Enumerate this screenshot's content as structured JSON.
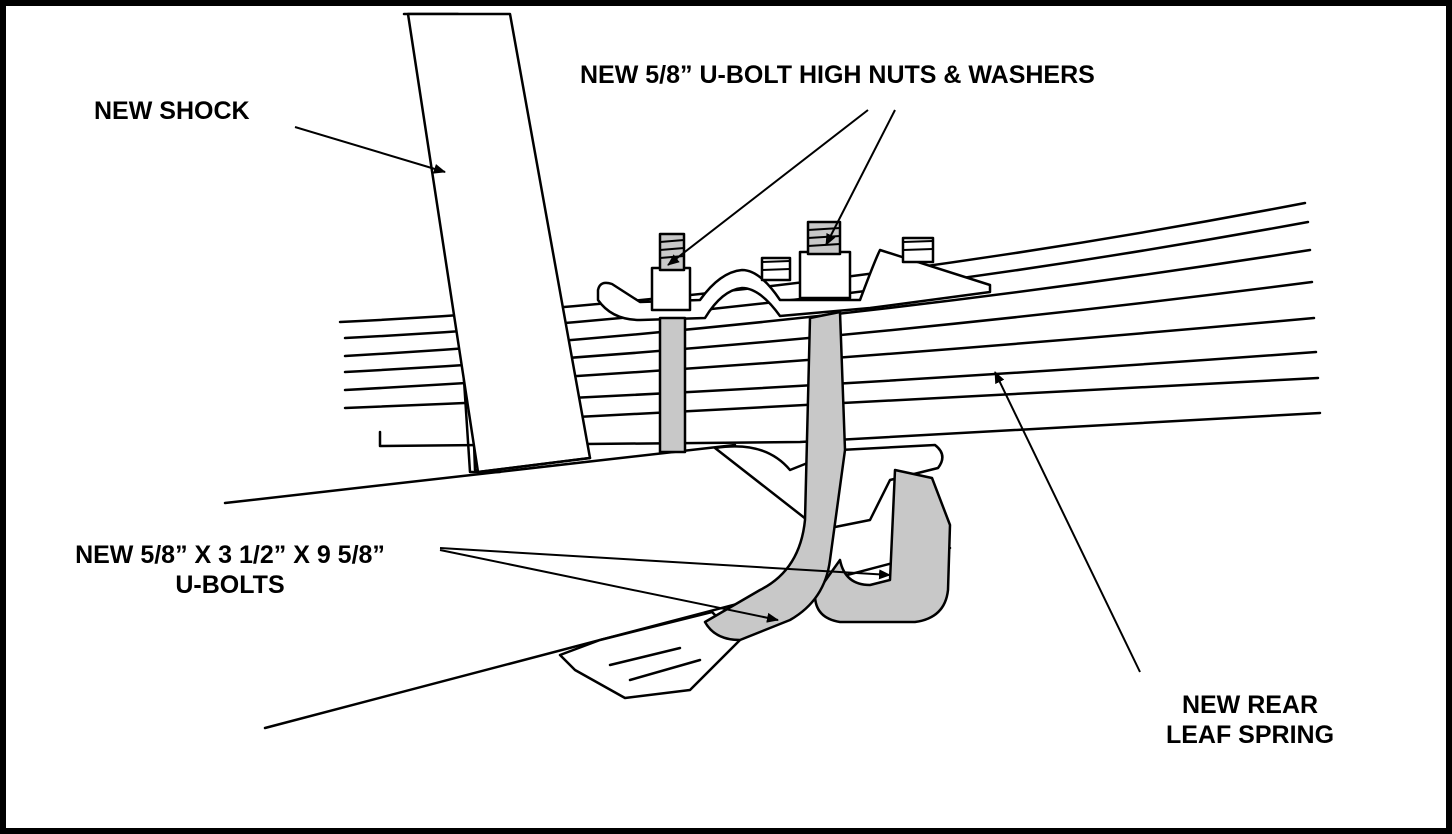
{
  "labels": {
    "shock": "NEW SHOCK",
    "nuts": "NEW 5/8” U-BOLT HIGH NUTS & WASHERS",
    "ubolts_line1": "NEW 5/8” X 3 1/2” X 9 5/8”",
    "ubolts_line2": "U-BOLTS",
    "spring_line1": "NEW REAR",
    "spring_line2": "LEAF SPRING"
  },
  "colors": {
    "ink": "#000000",
    "paper": "#ffffff",
    "bolt_fill": "#c8c8c8"
  }
}
